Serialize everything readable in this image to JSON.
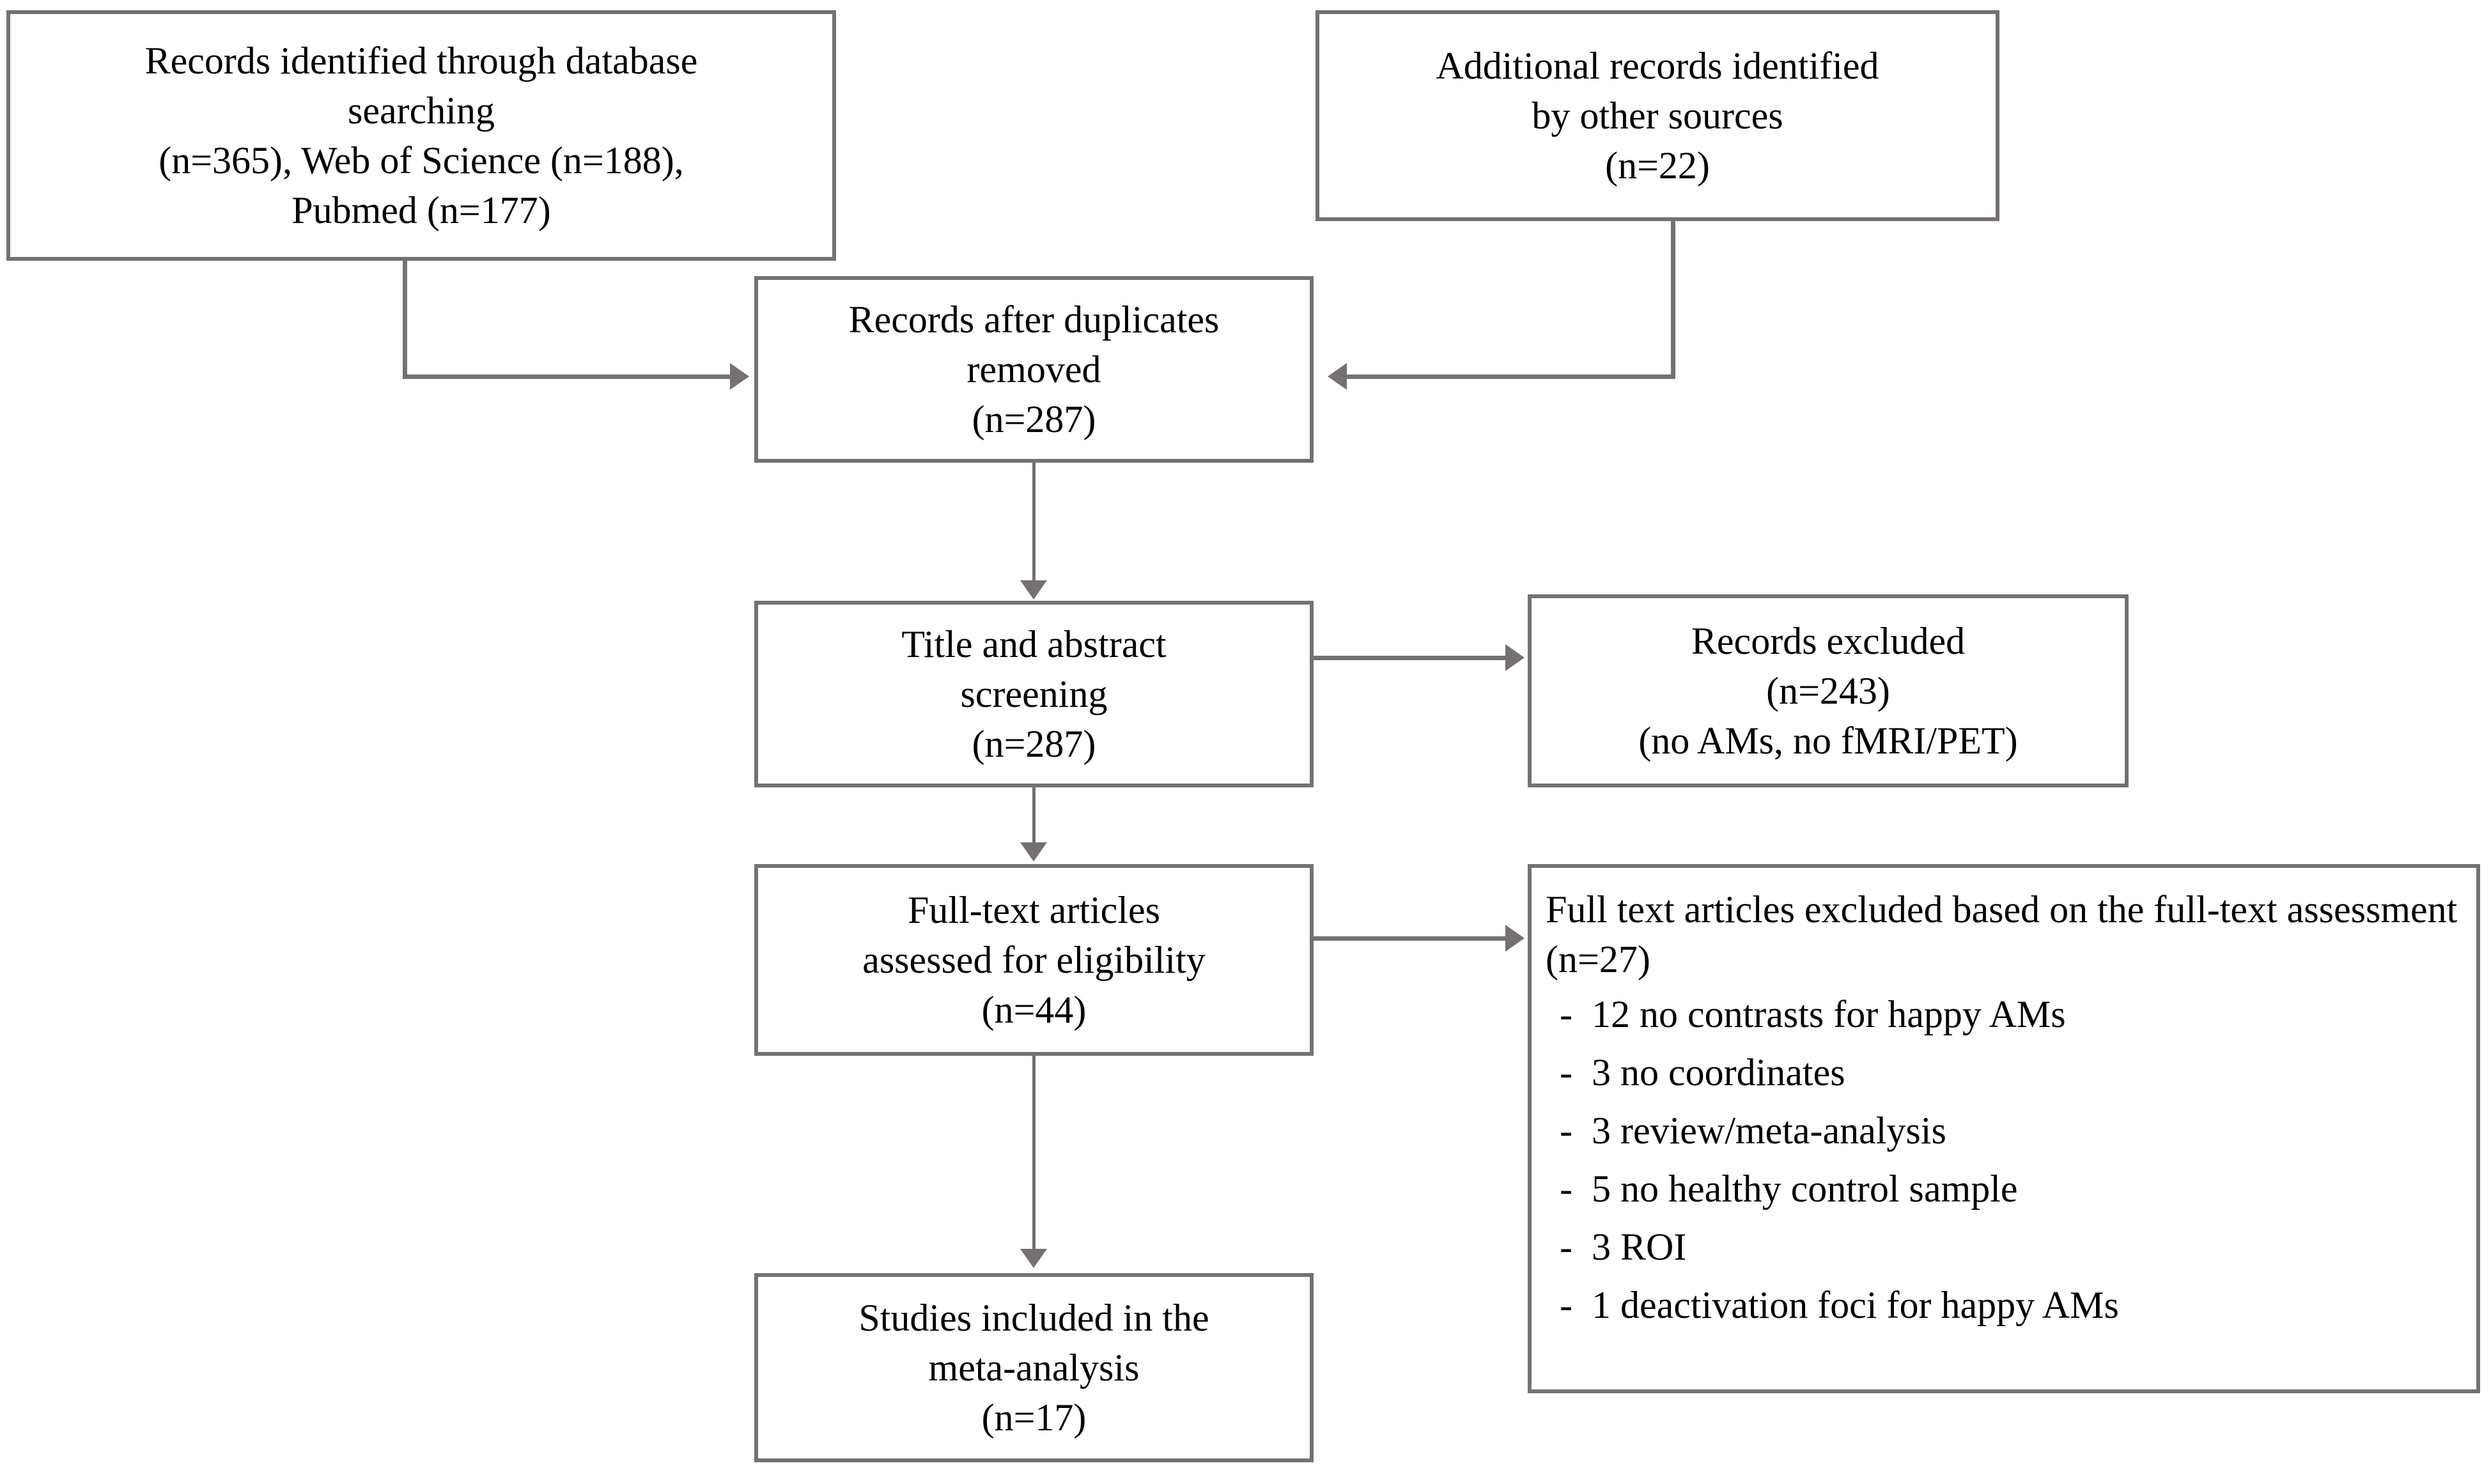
{
  "diagram": {
    "type": "prisma-flow-diagram",
    "line_color": "#767171",
    "text_color": "#000000",
    "background": "#ffffff",
    "boxes": {
      "database_search": {
        "lines": [
          "Records identified through database",
          "searching",
          "(n=365), Web of Science (n=188),",
          "Pubmed (n=177)"
        ],
        "counts": {
          "total": 365,
          "web_of_science": 188,
          "pubmed": 177
        }
      },
      "other_sources": {
        "lines": [
          "Additional records identified",
          "by other sources",
          "(n=22)"
        ],
        "counts": {
          "total": 22
        }
      },
      "duplicates_removed": {
        "lines": [
          "Records after duplicates",
          "removed",
          "(n=287)"
        ],
        "counts": {
          "total": 287
        }
      },
      "title_abstract_screening": {
        "lines": [
          "Title and abstract",
          "screening",
          "(n=287)"
        ],
        "counts": {
          "total": 287
        }
      },
      "records_excluded": {
        "lines": [
          "Records excluded",
          "(n=243)",
          "(no AMs, no fMRI/PET)"
        ],
        "counts": {
          "total": 243
        }
      },
      "fulltext_assessed": {
        "lines": [
          "Full-text articles",
          "assessed for eligibility",
          "(n=44)"
        ],
        "counts": {
          "total": 44
        }
      },
      "fulltext_excluded": {
        "lines": [
          "Full text articles excluded based on the full-text assessment",
          "(n=27)"
        ],
        "counts": {
          "total": 27
        },
        "bullet_marker": "-",
        "bullets": [
          "12 no contrasts for happy AMs",
          "3 no coordinates",
          "3 review/meta-analysis",
          "5 no healthy control sample",
          "3 ROI",
          "1 deactivation foci for happy AMs"
        ]
      },
      "studies_included": {
        "lines": [
          "Studies included in the",
          "meta-analysis",
          "(n=17)"
        ],
        "counts": {
          "total": 17
        }
      }
    }
  }
}
